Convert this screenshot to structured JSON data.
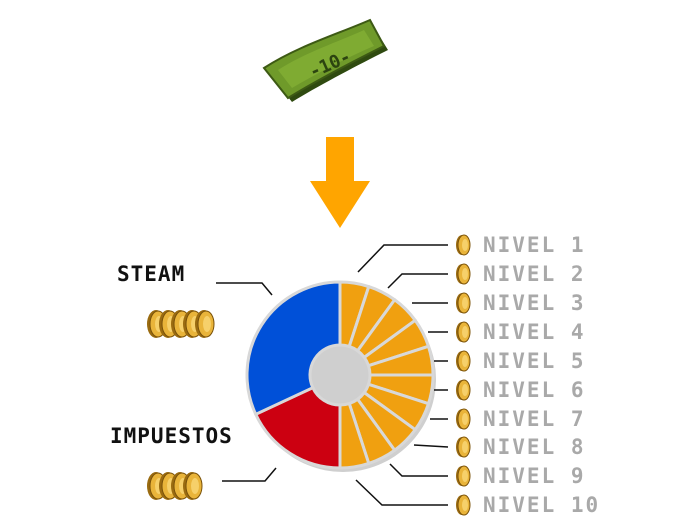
{
  "bill": {
    "denomination": "-10-",
    "icon": "banknote-icon",
    "color": "#5e8a1e"
  },
  "arrow": {
    "icon": "down-arrow-icon",
    "color": "#ffa500"
  },
  "labels": {
    "steam": "STEAM",
    "taxes": "IMPUESTOS"
  },
  "coins": {
    "icon": "coin-stack-icon",
    "steam_count": 5,
    "taxes_count": 4,
    "color": "#e0a52a"
  },
  "levels": [
    "NIVEL 1",
    "NIVEL 2",
    "NIVEL 3",
    "NIVEL 4",
    "NIVEL 5",
    "NIVEL 6",
    "NIVEL 7",
    "NIVEL 8",
    "NIVEL 9",
    "NIVEL 10"
  ],
  "colors": {
    "steam": "#0050d8",
    "taxes": "#cc0011",
    "levels": "#f0a010",
    "gap": "#d8d8d8"
  }
}
